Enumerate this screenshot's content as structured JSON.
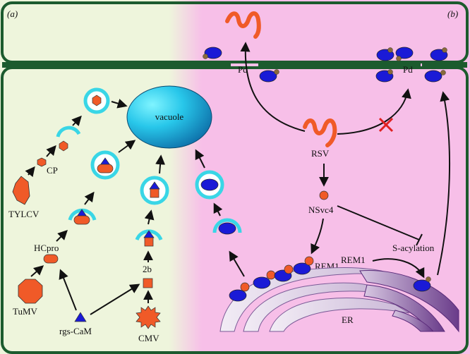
{
  "panels": {
    "a": "(a)",
    "b": "(b)"
  },
  "labels": {
    "vacuole": "vacuole",
    "cp": "CP",
    "tylcv": "TYLCV",
    "hcpro": "HCpro",
    "tumv": "TuMV",
    "rgs_cam": "rgs-CaM",
    "two_b": "2b",
    "cmv": "CMV",
    "pd_left": "Pd",
    "pd_right": "Pd",
    "rsv": "RSV",
    "nsvc4": "NSvc4",
    "s_acylation": "S-acylation",
    "rem1_left": "REM1",
    "rem1_right": "REM1",
    "er": "ER"
  },
  "colors": {
    "left_bg": "#eef5dc",
    "right_bg": "#f7bfe8",
    "cell_wall": "#1c5b2e",
    "virus_orange": "#f05a28",
    "protein_blue": "#1a1ad6",
    "vesicle_cyan": "#39d6e6",
    "vacuole_blue": "#1790c8",
    "er_purple": "#7a4a96",
    "inhibit_red": "#e02020"
  }
}
